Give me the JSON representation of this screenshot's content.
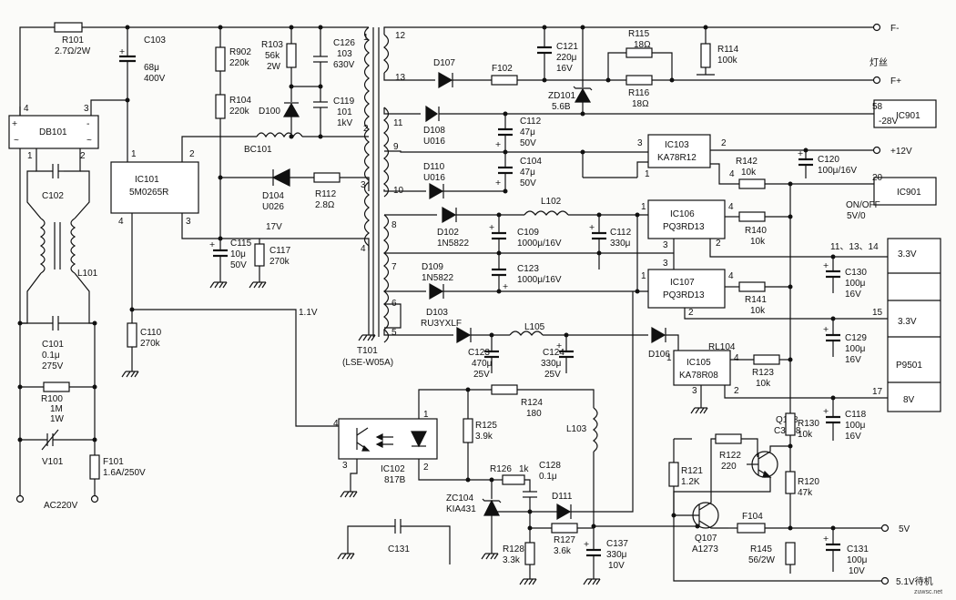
{
  "colors": {
    "ink": "#111111",
    "paper": "#fbfbf9"
  },
  "comp": {
    "r101": {
      "ref": "R101",
      "val": "2.7Ω/2W"
    },
    "c103": {
      "ref": "C103",
      "val1": "68μ",
      "val2": "400V"
    },
    "db101": {
      "ref": "DB101",
      "p1": "1",
      "p2": "2",
      "p3": "3",
      "p4": "4"
    },
    "c102": {
      "ref": "C102"
    },
    "l101": {
      "ref": "L101"
    },
    "c101": {
      "ref": "C101",
      "val1": "0.1μ",
      "val2": "275V"
    },
    "r100": {
      "ref": "R100",
      "val1": "1M",
      "val2": "1W"
    },
    "v101": {
      "ref": "V101"
    },
    "f101": {
      "ref": "F101",
      "val": "1.6A/250V"
    },
    "ac": {
      "label": "AC220V"
    },
    "ic101": {
      "ref": "IC101",
      "part": "5M0265R",
      "p1": "1",
      "p2": "2",
      "p3": "3",
      "p4": "4"
    },
    "r902": {
      "ref": "R902",
      "val": "220k"
    },
    "r104": {
      "ref": "R104",
      "val": "220k"
    },
    "r103": {
      "ref": "R103",
      "val1": "56k",
      "val2": "2W"
    },
    "c126": {
      "ref": "C126",
      "val1": "103",
      "val2": "630V"
    },
    "d100": {
      "ref": "D100"
    },
    "c119": {
      "ref": "C119",
      "val1": "101",
      "val2": "1kV"
    },
    "bc101": {
      "ref": "BC101"
    },
    "d104": {
      "ref": "D104",
      "part": "U026"
    },
    "r112": {
      "ref": "R112",
      "val": "2.8Ω"
    },
    "c115": {
      "ref": "C115",
      "val1": "10μ",
      "val2": "50V"
    },
    "c117": {
      "ref": "C117",
      "val": "270k"
    },
    "v17": {
      "label": "17V"
    },
    "c110": {
      "ref": "C110",
      "val": "270k"
    },
    "v11": {
      "label": "1.1V"
    },
    "t101": {
      "ref": "T101",
      "part": "(LSE-W05A)"
    },
    "pins": {
      "p1": "1",
      "p2": "2",
      "p3": "3",
      "p4": "4",
      "p5": "5",
      "p6": "6",
      "p7": "7",
      "p8": "8",
      "p9": "9",
      "p10": "10",
      "p11": "11",
      "p12": "12",
      "p13": "13"
    },
    "d107": {
      "ref": "D107"
    },
    "f102": {
      "ref": "F102"
    },
    "c121": {
      "ref": "C121",
      "val1": "220μ",
      "val2": "16V"
    },
    "zd101": {
      "ref": "ZD101",
      "val": "5.6B"
    },
    "r115": {
      "ref": "R115",
      "val": "18Ω"
    },
    "r116": {
      "ref": "R116",
      "val": "18Ω"
    },
    "r114": {
      "ref": "R114",
      "val": "100k"
    },
    "fminus": {
      "label": "F-"
    },
    "fplus": {
      "label": "F+"
    },
    "filament": {
      "label": "灯丝"
    },
    "d108": {
      "ref": "D108",
      "part": "U016"
    },
    "c112a": {
      "ref": "C112",
      "val1": "47μ",
      "val2": "50V"
    },
    "d110": {
      "ref": "D110",
      "part": "U016"
    },
    "c104": {
      "ref": "C104",
      "val1": "47μ",
      "val2": "50V"
    },
    "ic103": {
      "ref": "IC103",
      "part": "KA78R12",
      "p1": "1",
      "p2": "2",
      "p3": "3",
      "p4": "4"
    },
    "ic901a": {
      "ref": "IC901",
      "pin": "58",
      "sig": "-28V"
    },
    "ic901b": {
      "ref": "IC901",
      "pin": "20",
      "sig": "ON/OFF",
      "sig2": "5V/0"
    },
    "r142": {
      "ref": "R142",
      "val": "10k"
    },
    "c120": {
      "ref": "C120",
      "val": "100μ/16V"
    },
    "v12": {
      "label": "+12V"
    },
    "d102": {
      "ref": "D102",
      "part": "1N5822"
    },
    "c109": {
      "ref": "C109",
      "val": "1000μ/16V"
    },
    "l102": {
      "ref": "L102"
    },
    "c112b": {
      "ref": "C112",
      "val": "330μ"
    },
    "ic106": {
      "ref": "IC106",
      "part": "PQ3RD13",
      "p1": "1",
      "p2": "2",
      "p3": "3",
      "p4": "4"
    },
    "r140": {
      "ref": "R140",
      "val": "10k"
    },
    "d109": {
      "ref": "D109",
      "part": "1N5822"
    },
    "c123a": {
      "ref": "C123",
      "val": "1000μ/16V"
    },
    "ic107": {
      "ref": "IC107",
      "part": "PQ3RD13",
      "p1": "1",
      "p2": "2",
      "p3": "3",
      "p4": "4"
    },
    "r141": {
      "ref": "R141",
      "val": "10k"
    },
    "d103": {
      "ref": "D103",
      "part": "RU3YXLF"
    },
    "l105": {
      "ref": "L105"
    },
    "c123b": {
      "ref": "C123",
      "val1": "470μ",
      "val2": "25V"
    },
    "c124": {
      "ref": "C124",
      "val1": "330μ",
      "val2": "25V"
    },
    "d106": {
      "ref": "D106"
    },
    "rl104": {
      "ref": "RL104"
    },
    "ic105": {
      "ref": "IC105",
      "part": "KA78R08",
      "p1": "1",
      "p2": "2",
      "p3": "3",
      "p4": "4"
    },
    "r123": {
      "ref": "R123",
      "val": "10k"
    },
    "p9501": {
      "ref": "P9501",
      "v1": "3.3V",
      "v2": "3.3V",
      "v3": "8V",
      "pin1": "11、13、14",
      "pin2": "15",
      "pin3": "17"
    },
    "c130": {
      "ref": "C130",
      "val1": "100μ",
      "val2": "16V"
    },
    "c129": {
      "ref": "C129",
      "val1": "100μ",
      "val2": "16V"
    },
    "c118": {
      "ref": "C118",
      "val1": "100μ",
      "val2": "16V"
    },
    "ic102": {
      "ref": "IC102",
      "part": "817B",
      "p1": "1",
      "p2": "2",
      "p3": "3",
      "p4": "4"
    },
    "r124": {
      "ref": "R124",
      "val": "180"
    },
    "r125": {
      "ref": "R125",
      "val": "3.9k"
    },
    "l103": {
      "ref": "L103"
    },
    "r126": {
      "ref": "R126",
      "val": "1k"
    },
    "c128": {
      "ref": "C128",
      "val": "0.1μ"
    },
    "zc104": {
      "ref": "ZC104",
      "part": "KIA431"
    },
    "d111": {
      "ref": "D111"
    },
    "r128": {
      "ref": "R128",
      "val": "3.3k"
    },
    "r127": {
      "ref": "R127",
      "val": "3.6k"
    },
    "c137": {
      "ref": "C137",
      "val1": "330μ",
      "val2": "10V"
    },
    "c131a": {
      "ref": "C131"
    },
    "q108": {
      "ref": "Q108",
      "part": "C3198"
    },
    "r130": {
      "ref": "R130",
      "val": "10k"
    },
    "r122": {
      "ref": "R122",
      "val": "220"
    },
    "r121": {
      "ref": "R121",
      "val": "1.2K"
    },
    "r120": {
      "ref": "R120",
      "val": "47k"
    },
    "q107": {
      "ref": "Q107",
      "part": "A1273"
    },
    "f104": {
      "ref": "F104"
    },
    "r145": {
      "ref": "R145",
      "val": "56/2W"
    },
    "c131b": {
      "ref": "C131",
      "val1": "100μ",
      "val2": "10V"
    },
    "v5": {
      "label": "5V"
    },
    "v51": {
      "label": "5.1V待机"
    },
    "watermark": {
      "text": "zuwsc.net"
    }
  }
}
